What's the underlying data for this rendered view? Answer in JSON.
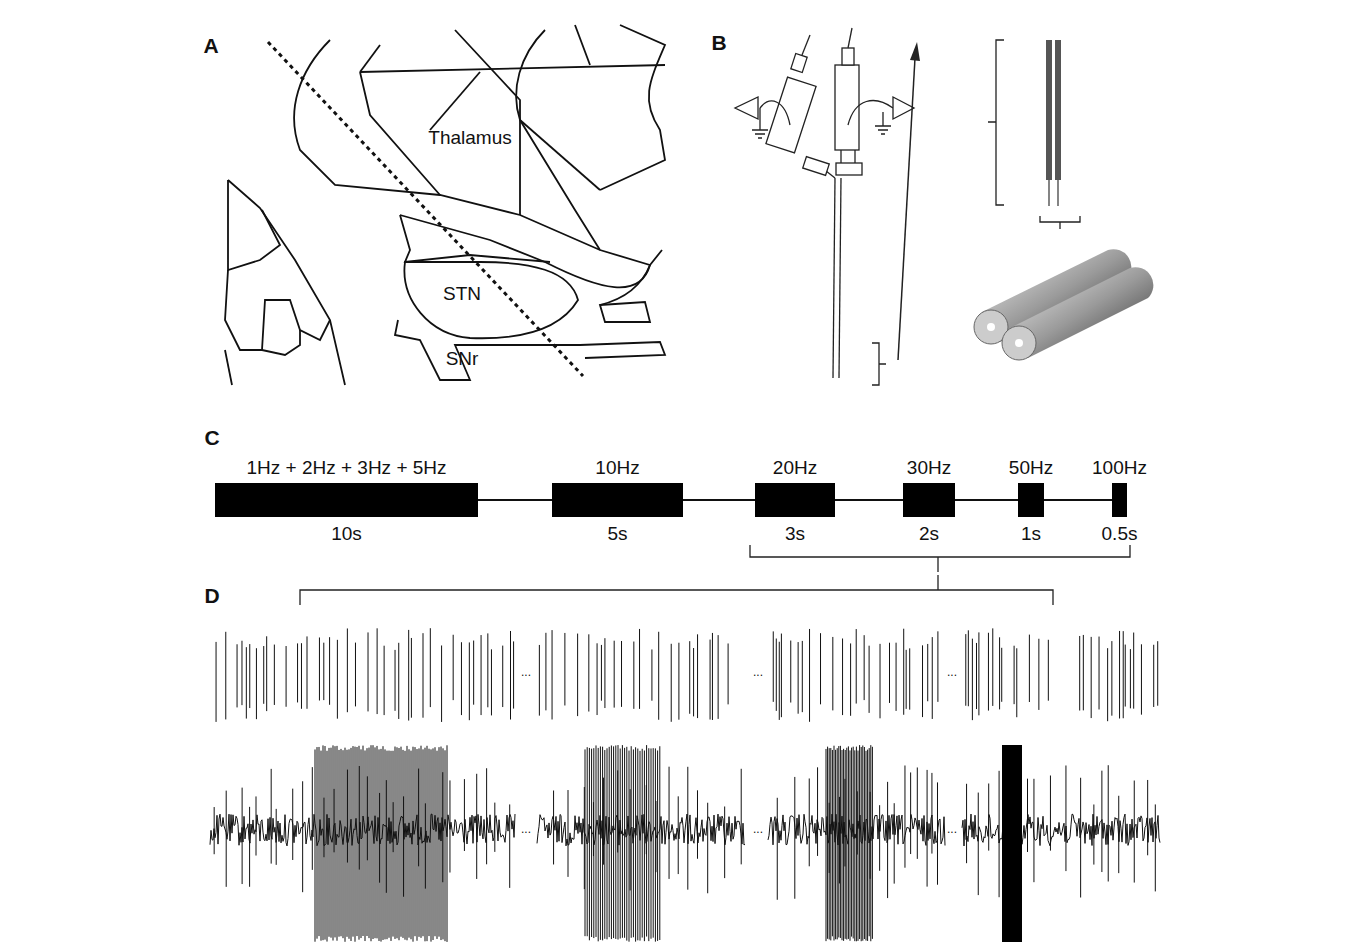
{
  "diagram": {
    "nodes": [
      {
        "text": [
          "1Hz + 2Hz + 3Hz + 5Hz",
          "10s"
        ]
      },
      {
        "text": [
          "10Hz",
          "5s"
        ]
      },
      {
        "text": [
          "20Hz",
          "3s"
        ]
      },
      {
        "text": [
          "30Hz",
          "2s"
        ]
      },
      {
        "text": [
          "50Hz",
          "1s"
        ]
      },
      {
        "text": [
          "100Hz",
          "0.5s"
        ]
      }
    ],
    "edges": [
      {
        "from": 0,
        "to": 1,
        "arrow": "none"
      },
      {
        "from": 1,
        "to": 2,
        "arrow": "none"
      },
      {
        "from": 2,
        "to": 3,
        "arrow": "none"
      },
      {
        "from": 3,
        "to": 4,
        "arrow": "none"
      },
      {
        "from": 4,
        "to": 5,
        "arrow": "none"
      }
    ],
    "labels": [
      "A",
      "Thalamus",
      "STN",
      "SNr",
      "B",
      "C",
      "D",
      "...",
      "...",
      "...",
      "...",
      "...",
      "..."
    ]
  }
}
